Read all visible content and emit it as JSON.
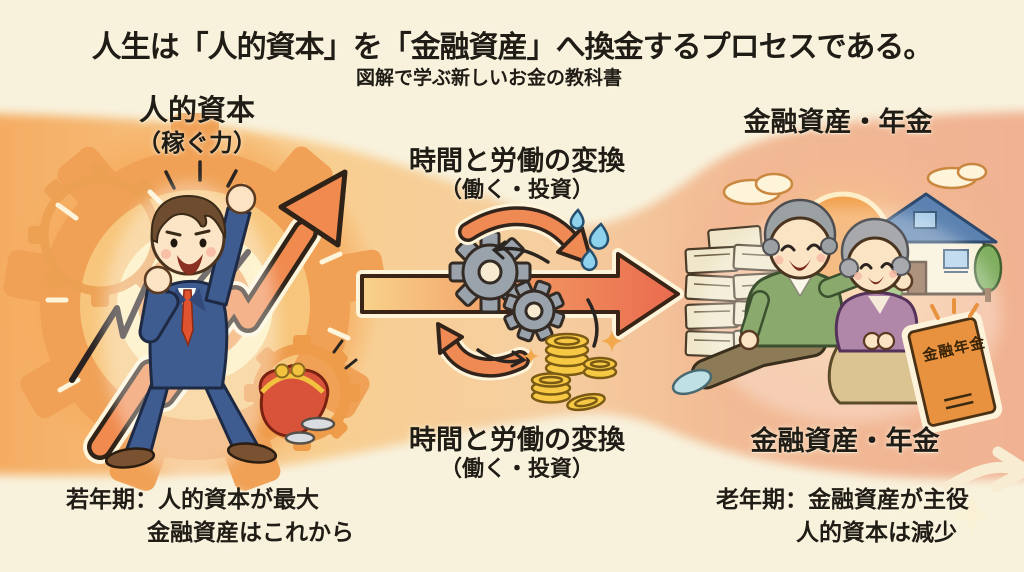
{
  "page": {
    "title": "人生は「人的資本」を「金融資産」へ換金するプロセスである。",
    "subtitle": "図解で学ぶ新しいお金の教科書"
  },
  "stages": {
    "human_capital": {
      "label": "人的資本",
      "sublabel": "（稼ぐ力）"
    },
    "conversion_top": {
      "label": "時間と労働の変換",
      "sublabel": "（働く・投資）"
    },
    "conversion_bottom": {
      "label": "時間と労働の変換",
      "sublabel": "（働く・投資）"
    },
    "financial_top": {
      "label": "金融資産・年金"
    },
    "financial_bottom": {
      "label": "金融資産・年金"
    }
  },
  "captions": {
    "young": {
      "line1": "若年期：人的資本が最大",
      "line2": "金融資産はこれから"
    },
    "old": {
      "line1": "老年期：金融資産が主役",
      "line2": "人的資本は減少"
    }
  },
  "book": {
    "label": "金融年金"
  },
  "icons": {
    "left": [
      "gear-icon",
      "rising-arrow-icon",
      "businessman",
      "purse-icon",
      "coin-icon"
    ],
    "middle": [
      "conversion-arrow-icon",
      "gear-icon",
      "cycle-arrow-icon",
      "droplet-icon",
      "coin-stack-icon",
      "sparkle-icon"
    ],
    "right": [
      "sunset-icon",
      "cloud-icon",
      "house-icon",
      "money-stack-icon",
      "elderly-couple",
      "pension-book-icon",
      "sparkle-icon",
      "trailing-arrow-icon"
    ]
  },
  "colors": {
    "background": "#f8f2dd",
    "left_accent": "#f4a95e",
    "right_accent": "#f0b192",
    "big_arrow": "#ea6a4e",
    "suit_navy": "#3f5c90",
    "text": "#201c16"
  }
}
